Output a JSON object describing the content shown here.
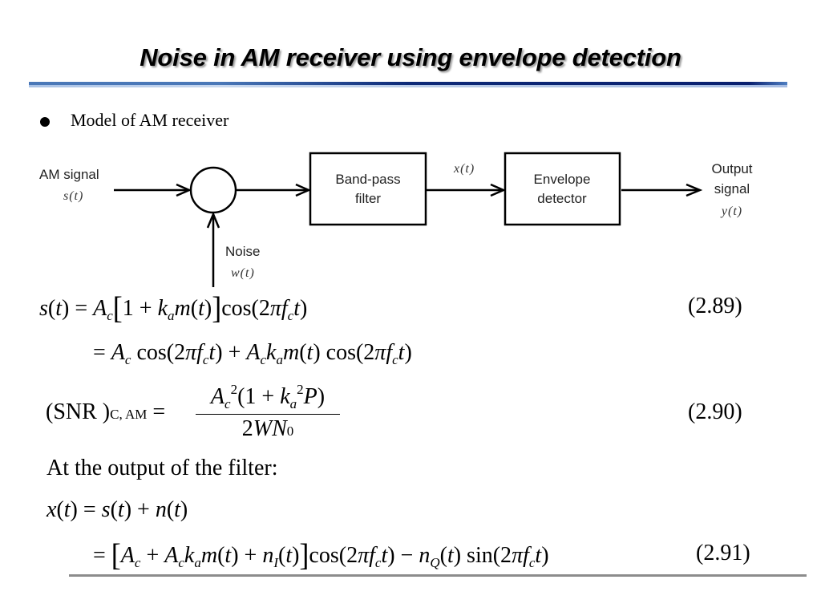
{
  "slide": {
    "title": "Noise in AM receiver using envelope detection",
    "bullet": "Model of AM receiver"
  },
  "diagram": {
    "input_label": "AM signal",
    "input_signal": "s(t)",
    "noise_label": "Noise",
    "noise_signal": "w(t)",
    "block1_line1": "Band-pass",
    "block1_line2": "filter",
    "intermediate_signal": "x(t)",
    "block2_line1": "Envelope",
    "block2_line2": "detector",
    "output_line1": "Output",
    "output_line2": "signal",
    "output_signal": "y(t)"
  },
  "equations": {
    "eq289_number": "(2.89)",
    "eq290_number": "(2.90)",
    "eq291_number": "(2.91)",
    "snr_label": "(SNR )",
    "snr_subscript": "C, AM",
    "filter_text": "At the output of the filter:"
  }
}
